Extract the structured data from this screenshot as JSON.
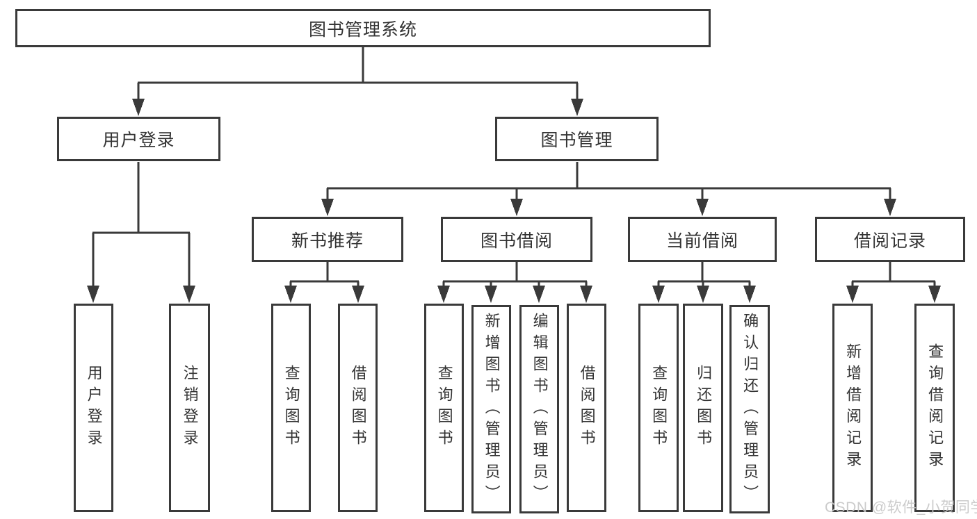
{
  "diagram": {
    "root": {
      "label": "图书管理系统"
    },
    "user_login": {
      "label": "用户登录",
      "children": [
        {
          "label": "用户登录"
        },
        {
          "label": "注销登录"
        }
      ]
    },
    "book_management": {
      "label": "图书管理",
      "modules": [
        {
          "label": "新书推荐",
          "children": [
            {
              "label": "查询图书"
            },
            {
              "label": "借阅图书"
            }
          ]
        },
        {
          "label": "图书借阅",
          "children": [
            {
              "label": "查询图书"
            },
            {
              "label": "新增图书（管理员）"
            },
            {
              "label": "编辑图书（管理员）"
            },
            {
              "label": "借阅图书"
            }
          ]
        },
        {
          "label": "当前借阅",
          "children": [
            {
              "label": "查询图书"
            },
            {
              "label": "归还图书"
            },
            {
              "label": "确认归还（管理员）"
            }
          ]
        },
        {
          "label": "借阅记录",
          "children": [
            {
              "label": "新增借阅记录"
            },
            {
              "label": "查询借阅记录"
            }
          ]
        }
      ]
    }
  },
  "watermark": {
    "text": "CSDN @软件_小贺同学"
  },
  "colors": {
    "line": "#3a3a3a",
    "text": "#333333",
    "watermark": "#c7c7c7",
    "background": "#ffffff"
  }
}
